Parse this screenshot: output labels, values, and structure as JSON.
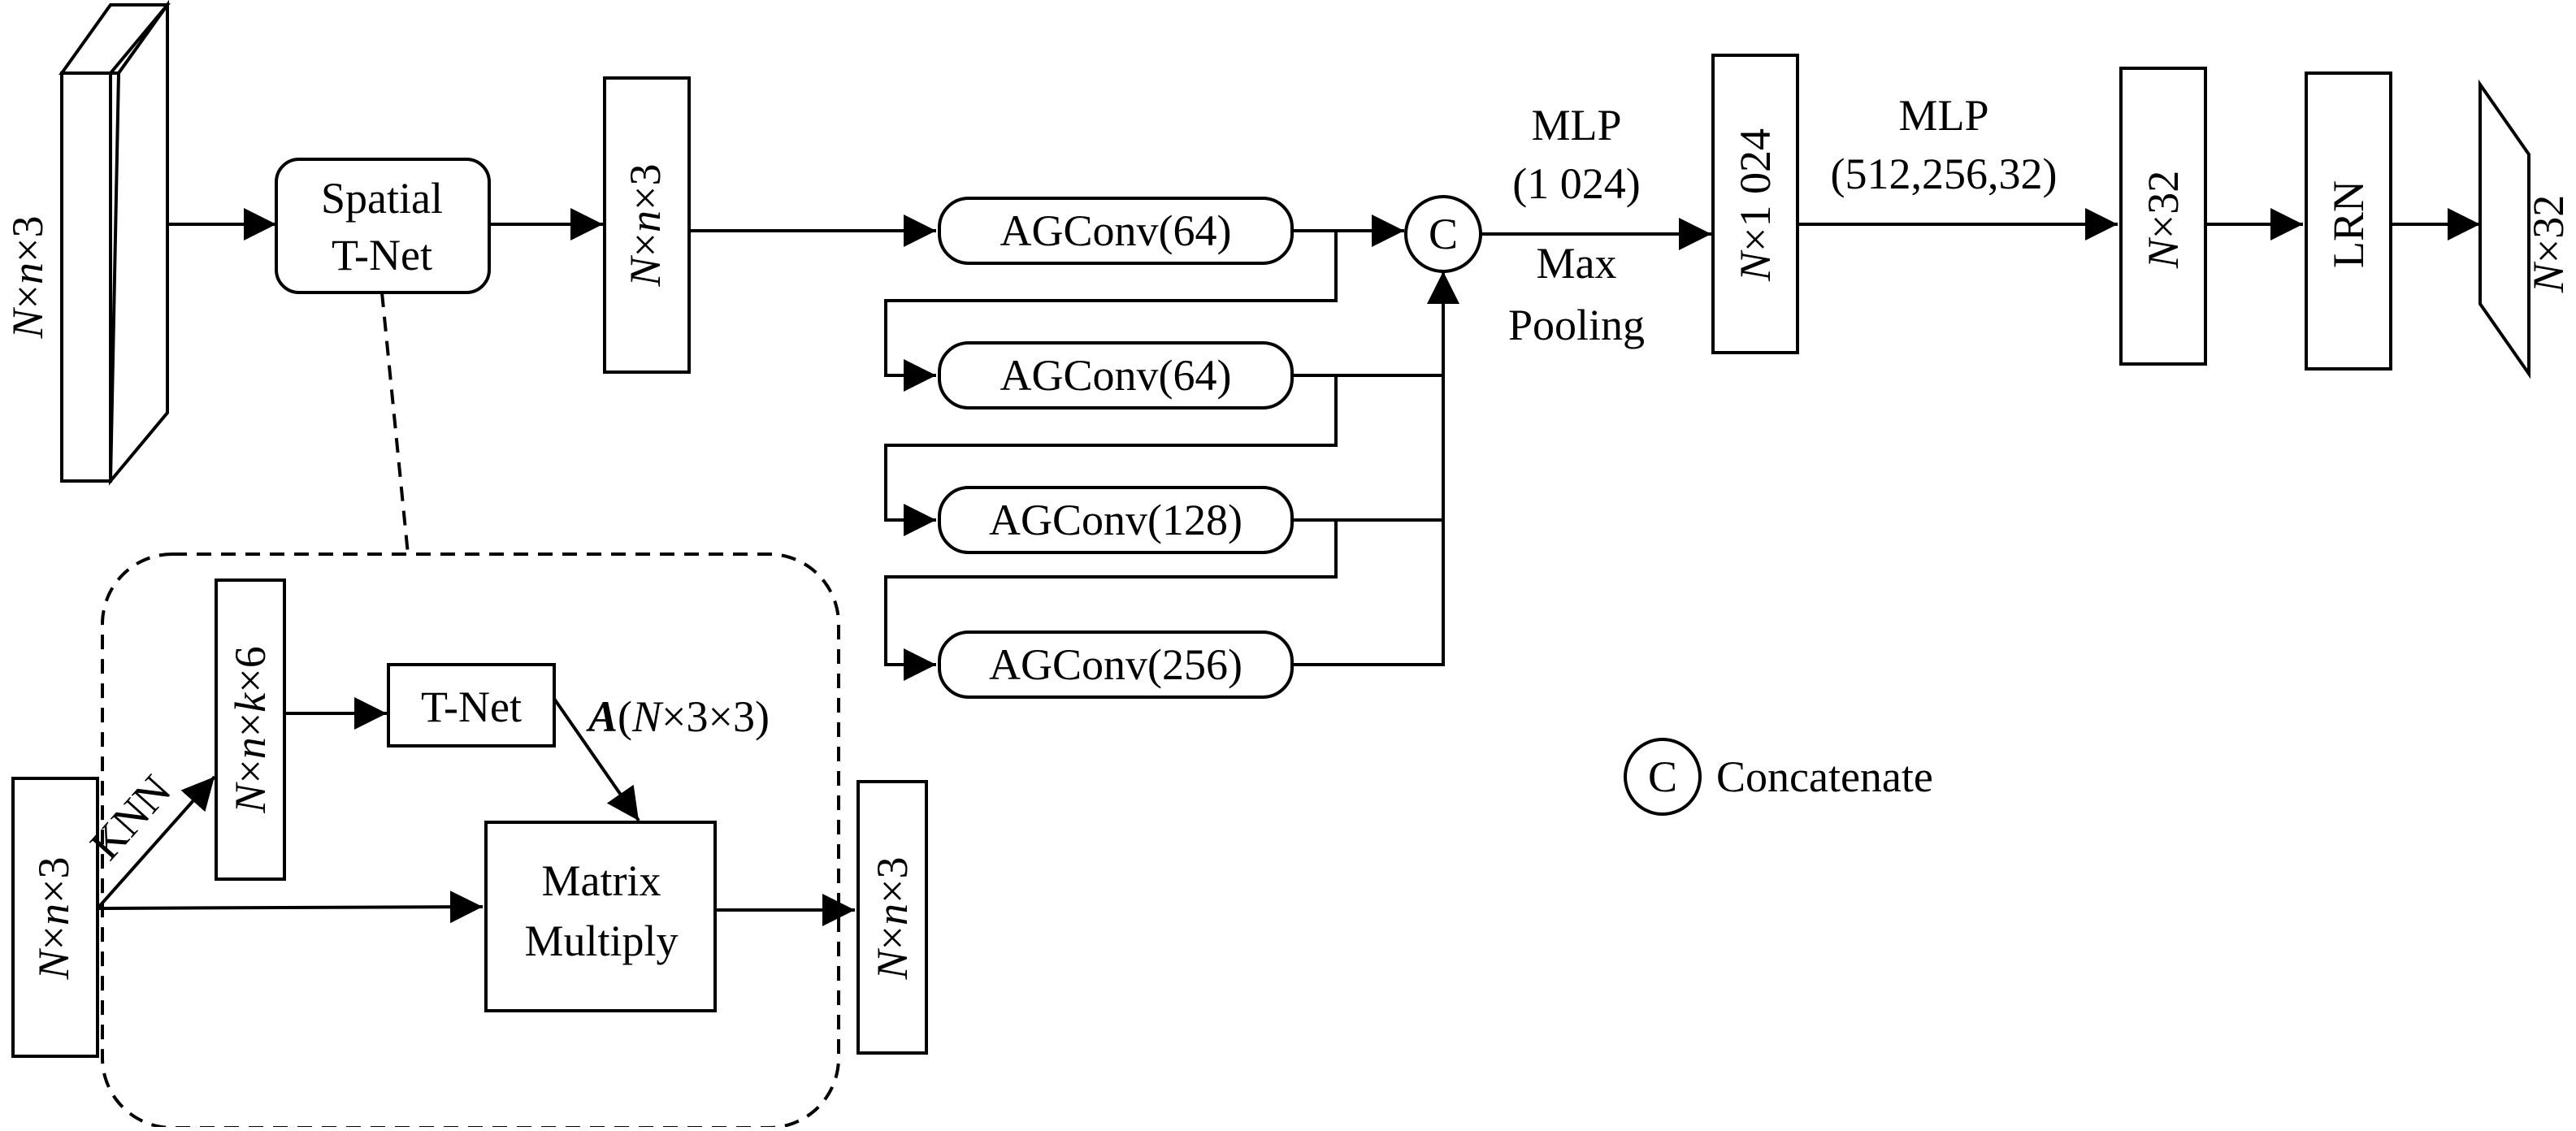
{
  "colors": {
    "stroke": "#000000",
    "background": "#ffffff"
  },
  "input_label": {
    "v": "N",
    "rest": "×",
    "v2": "n",
    "rest2": "×3"
  },
  "spatial_tnet": {
    "line1": "Spatial",
    "line2": "T-Net"
  },
  "after_tnet_label": {
    "v": "N",
    "rest": "×",
    "v2": "n",
    "rest2": "×3"
  },
  "agconv_blocks": [
    "AGConv(64)",
    "AGConv(64)",
    "AGConv(128)",
    "AGConv(256)"
  ],
  "concat_symbol": "C",
  "mlp1": {
    "line1": "MLP",
    "line2": "(1 024)"
  },
  "max_pooling": {
    "line1": "Max",
    "line2": "Pooling"
  },
  "global_label": {
    "v": "N",
    "rest": "×1 024"
  },
  "mlp2": {
    "line1": "MLP",
    "line2": "(512,256,32)"
  },
  "feat32_label": {
    "v": "N",
    "rest": "×32"
  },
  "lrn": "LRN",
  "output_label": {
    "v": "N",
    "rest": "×32"
  },
  "legend": {
    "symbol": "C",
    "text": "Concatenate"
  },
  "inset": {
    "in_label": {
      "v": "N",
      "rest": "×",
      "v2": "n",
      "rest2": "×3"
    },
    "knn": "KNN",
    "knn_label": {
      "v": "N",
      "rest": "×",
      "v2": "n",
      "rest3": "×",
      "v3": "k",
      "rest4": "×6"
    },
    "tnet": "T-Net",
    "matrix_label": {
      "bold": "A",
      "rest": "(",
      "v": "N",
      "rest2": "×3×3)"
    },
    "matrix_multiply": {
      "line1": "Matrix",
      "line2": "Multiply"
    },
    "out_label": {
      "v": "N",
      "rest": "×",
      "v2": "n",
      "rest2": "×3"
    }
  }
}
